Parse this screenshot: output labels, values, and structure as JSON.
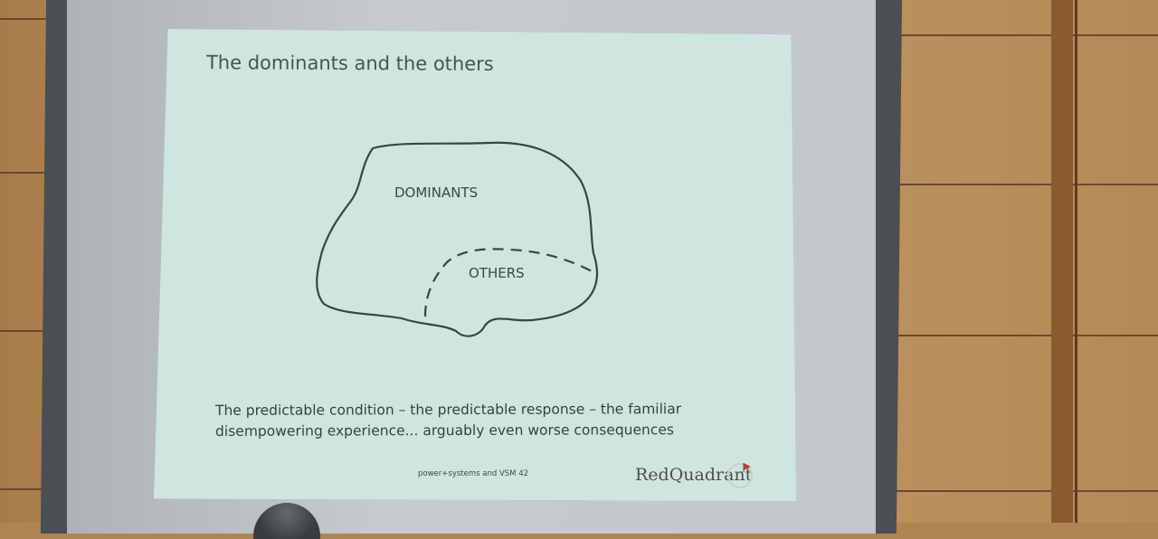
{
  "slide": {
    "title": "The dominants and the others",
    "diagram": {
      "outer_label": "DOMINANTS",
      "inner_label": "OTHERS"
    },
    "caption_line1": "The predictable condition – the predictable response – the familiar",
    "caption_line2": "disempowering experience... arguably even worse consequences",
    "footer": "power+systems and VSM 42",
    "brand": "RedQuadrant"
  },
  "colors": {
    "slide_background": "#cfe6e0",
    "wall_wood": "#b08452",
    "brand_accent": "#c0392b"
  }
}
